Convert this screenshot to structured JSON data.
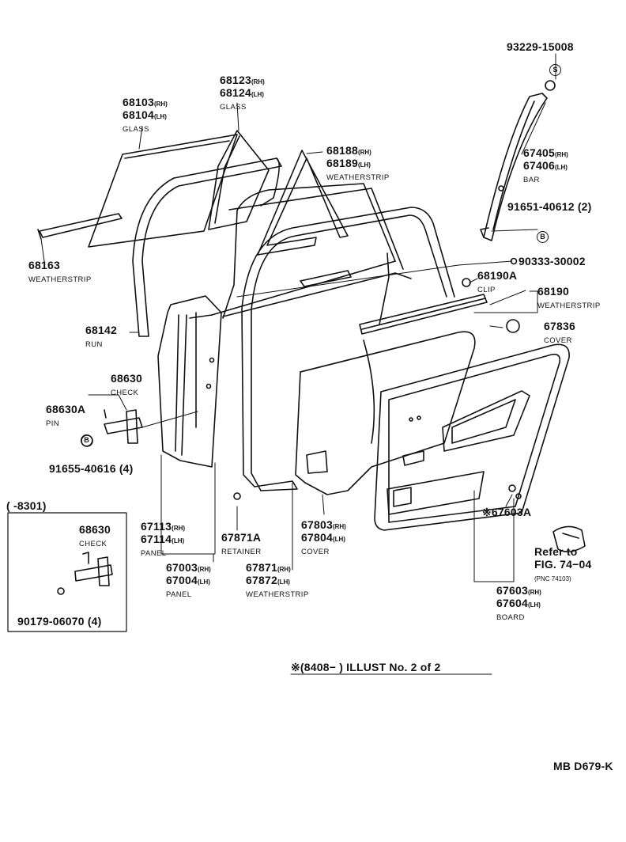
{
  "parts": {
    "p93229": {
      "pn": "93229-15008"
    },
    "s_marker": {
      "t": "S"
    },
    "p68123": {
      "pn1": "68123",
      "s1": "(RH)",
      "pn2": "68124",
      "s2": "(LH)",
      "name": "GLASS"
    },
    "p68103": {
      "pn1": "68103",
      "s1": "(RH)",
      "pn2": "68104",
      "s2": "(LH)",
      "name": "GLASS"
    },
    "p68188": {
      "pn1": "68188",
      "s1": "(RH)",
      "pn2": "68189",
      "s2": "(LH)",
      "name": "WEATHERSTRIP"
    },
    "p67405": {
      "pn1": "67405",
      "s1": "(RH)",
      "pn2": "67406",
      "s2": "(LH)",
      "name": "BAR"
    },
    "p91651": {
      "pn": "91651-40612 (2)"
    },
    "b_marker": {
      "t": "B"
    },
    "p68163": {
      "pn": "68163",
      "name": "WEATHERSTRIP"
    },
    "p90333": {
      "pn": "90333-30002"
    },
    "p68190A": {
      "pn": "68190A",
      "name": "CLIP"
    },
    "p68190": {
      "pn": "68190",
      "name": "WEATHERSTRIP"
    },
    "p68142": {
      "pn": "68142",
      "name": "RUN"
    },
    "p67836": {
      "pn": "67836",
      "name": "COVER"
    },
    "p68630": {
      "pn": "68630",
      "name": "CHECK"
    },
    "p68630A": {
      "pn": "68630A",
      "name": "PIN"
    },
    "p91655": {
      "pn": "91655-40616 (4)"
    },
    "p67113": {
      "pn1": "67113",
      "s1": "(RH)",
      "pn2": "67114",
      "s2": "(LH)",
      "name": "PANEL"
    },
    "p67871A": {
      "pn": "67871A",
      "name": "RETAINER"
    },
    "p67803": {
      "pn1": "67803",
      "s1": "(RH)",
      "pn2": "67804",
      "s2": "(LH)",
      "name": "COVER"
    },
    "p67603A": {
      "pn": "※67603A"
    },
    "refer": {
      "l1": "Refer to",
      "l2": "FIG. 74−04",
      "l3": "(PNC 74103)"
    },
    "p67003": {
      "pn1": "67003",
      "s1": "(RH)",
      "pn2": "67004",
      "s2": "(LH)",
      "name": "PANEL"
    },
    "p67871": {
      "pn1": "67871",
      "s1": "(RH)",
      "pn2": "67872",
      "s2": "(LH)",
      "name": "WEATHERSTRIP"
    },
    "p67603": {
      "pn1": "67603",
      "s1": "(RH)",
      "pn2": "67604",
      "s2": "(LH)",
      "name": "BOARD"
    }
  },
  "inset": {
    "range": "(       -8301)",
    "check_pn": "68630",
    "check_name": "CHECK",
    "bolt_pn": "90179-06070 (4)"
  },
  "footer": {
    "illust": "※(8408−          ) ILLUST No. 2 of 2",
    "code": "MB D679-K"
  }
}
